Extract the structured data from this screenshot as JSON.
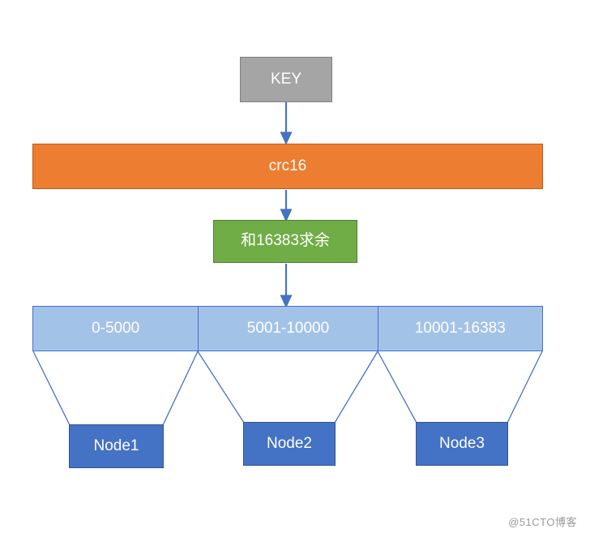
{
  "diagram": {
    "title": "Redis Cluster key hashing and slot distribution flow",
    "key_box": {
      "label": "KEY"
    },
    "hash_box": {
      "label": "crc16"
    },
    "mod_box": {
      "label": "和16383求余"
    },
    "slot_bar": {
      "cells": [
        {
          "label": "0-5000"
        },
        {
          "label": "5001-10000"
        },
        {
          "label": "10001-16383"
        }
      ]
    },
    "nodes": [
      {
        "label": "Node1"
      },
      {
        "label": "Node2"
      },
      {
        "label": "Node3"
      }
    ],
    "arrows": [
      {
        "name": "key-to-crc16"
      },
      {
        "name": "crc16-to-mod"
      },
      {
        "name": "mod-to-slots"
      }
    ],
    "colors": {
      "key_fill": "#a5a5a5",
      "key_stroke": "#808080",
      "crc_fill": "#ed7d31",
      "crc_stroke": "#c55a11",
      "mod_fill": "#70ad47",
      "mod_stroke": "#507e32",
      "slot_fill": "#a3c2e8",
      "slot_stroke": "#4472c4",
      "node_fill": "#4472c4",
      "node_stroke": "#2f5597",
      "connector": "#4472c4",
      "background": "#ffffff"
    }
  },
  "watermark": {
    "text": "@51CTO博客"
  }
}
